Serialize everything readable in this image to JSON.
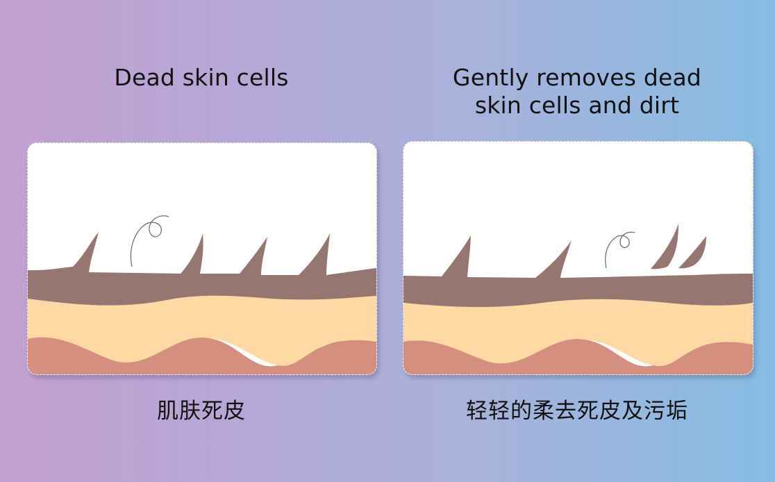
{
  "left": {
    "title": "Dead skin cells",
    "caption": "肌肤死皮"
  },
  "right": {
    "title_line1": "Gently removes dead",
    "title_line2": "skin cells and dirt",
    "caption": "轻轻的柔去死皮及污垢"
  },
  "colors": {
    "dead_skin": "#957670",
    "skin": "#fed9a3",
    "under_layer": "#d48f7e",
    "panel": "#ffffff",
    "hair": "#666666"
  },
  "icons": [
    "hair-strand-icon"
  ]
}
